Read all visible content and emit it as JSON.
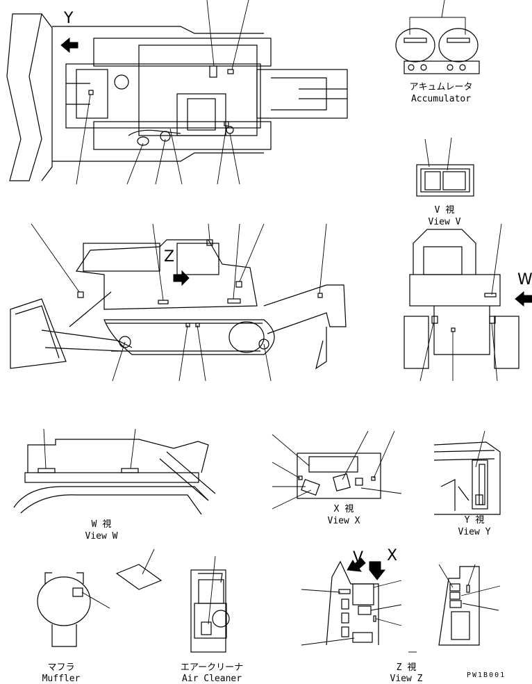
{
  "labels": {
    "accumulator_jp": "アキュムレータ",
    "accumulator_en": "Accumulator",
    "view_v_jp": "V 視",
    "view_v_en": "View V",
    "view_w_jp": "W 視",
    "view_w_en": "View W",
    "view_x_jp": "X 視",
    "view_x_en": "View X",
    "view_y_jp": "Y 視",
    "view_y_en": "View Y",
    "view_z_jp": "Z 視",
    "view_z_en": "View Z",
    "muffler_jp": "マフラ",
    "muffler_en": "Muffler",
    "air_cleaner_jp": "エアークリーナ",
    "air_cleaner_en": "Air Cleaner"
  },
  "arrow_letters": {
    "y": "Y",
    "z": "Z",
    "w": "W",
    "v": "V",
    "x": "X"
  },
  "drawing_code": "PW1B001"
}
